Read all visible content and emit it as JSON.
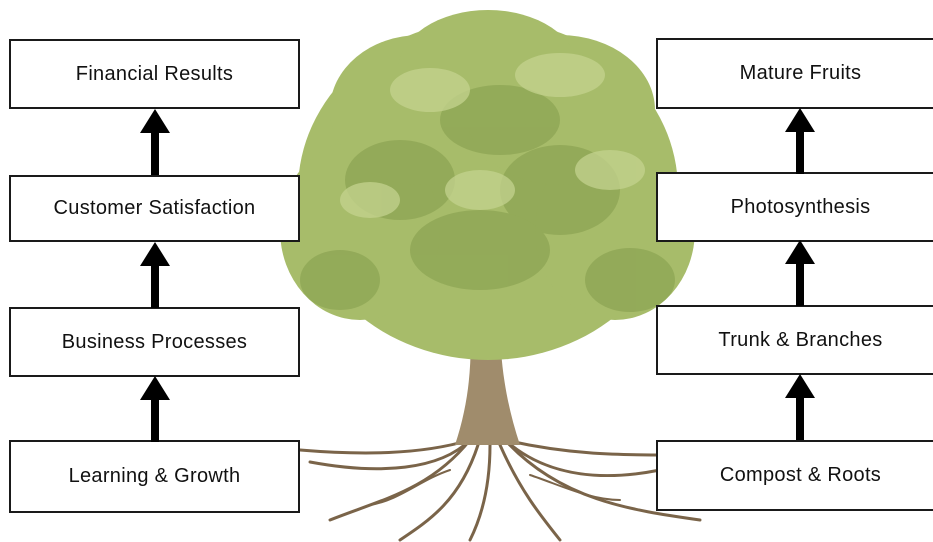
{
  "left_column": {
    "boxes": [
      "Financial Results",
      "Customer Satisfaction",
      "Business Processes",
      "Learning & Growth"
    ]
  },
  "right_column": {
    "boxes": [
      "Mature Fruits",
      "Photosynthesis",
      "Trunk & Branches",
      "Compost & Roots"
    ]
  },
  "colors": {
    "box_border": "#1a1a1a",
    "arrow": "#000000",
    "foliage": "#a7bc6a",
    "trunk": "#a08c6c",
    "roots": "#7a6449"
  },
  "illustration": {
    "icon": "tree-icon"
  }
}
